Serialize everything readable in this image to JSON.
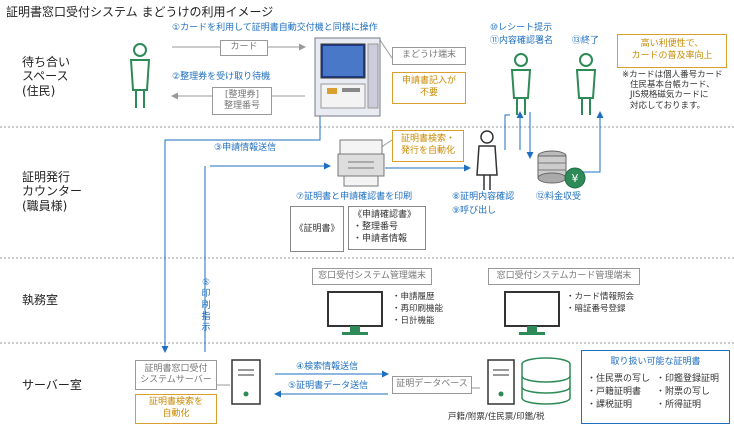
{
  "title": "証明書窓口受付システム まどうけの利用イメージ",
  "zones": {
    "waiting": [
      "待ち合い",
      "スペース",
      "(住民)"
    ],
    "counter": [
      "証明発行",
      "カウンター",
      "(職員様)"
    ],
    "office": "執務室",
    "server": "サーバー室"
  },
  "steps": {
    "s1": "①カードを利用して証明書自動交付機と同様に操作",
    "s2": "②整理券を受け取り待機",
    "s3": "③申請情報送信",
    "s4": "④検索情報送信",
    "s5": "⑤証明書データ送信",
    "s6": [
      "⑥",
      "印",
      "刷",
      "指",
      "示"
    ],
    "s7": "⑦証明書と申請確認書を印刷",
    "s8": "⑧証明内容確認",
    "s9": "⑨呼び出し",
    "s10": "⑩レシート提示",
    "s11": "⑪内容確認署名",
    "s12": "⑫料金収受",
    "s13": "⑬終了"
  },
  "labels": {
    "card": "カード",
    "ticket": [
      "[整理券]",
      "整理番号"
    ],
    "terminal": "まどうけ端末",
    "no_form": [
      "申請書記入が",
      "不要"
    ],
    "auto_search": [
      "証明書検索・",
      "発行を自動化"
    ],
    "cert_doc": "《証明書》",
    "app_doc": [
      "《申請確認書》",
      "・整理番号",
      "・申請者情報"
    ],
    "high_conv": [
      "高い利便性で、",
      "カードの普及率向上"
    ],
    "card_note": [
      "※カードは個人番号カード",
      "住民基本台帳カード、",
      "JIS規格磁気カードに",
      "対応しております。"
    ],
    "mgmt_terminal": "窓口受付システム管理端末",
    "card_mgmt_terminal": "窓口受付システムカード管理端末",
    "mgmt_features": [
      "・申請履歴",
      "・再印刷機能",
      "・日計機能"
    ],
    "card_features": [
      "・カード情報照会",
      "・暗証番号登録"
    ],
    "server": [
      "証明書窓口受付",
      "システムサーバー"
    ],
    "server_auto": [
      "証明書検索を",
      "自動化"
    ],
    "cert_db": "証明データベース",
    "db_types": "戸籍/附票/住民票/印鑑/税",
    "available_title": "取り扱い可能な証明書",
    "available_col1": [
      "・住民票の写し",
      "・戸籍証明書",
      "・課税証明"
    ],
    "available_col2": [
      "・印鑑登録証明",
      "・附票の写し",
      "・所得証明"
    ]
  },
  "colors": {
    "accent": "#1e6fc0",
    "orange": "#d9a030",
    "green": "#2e8b57",
    "gray": "#999999"
  }
}
